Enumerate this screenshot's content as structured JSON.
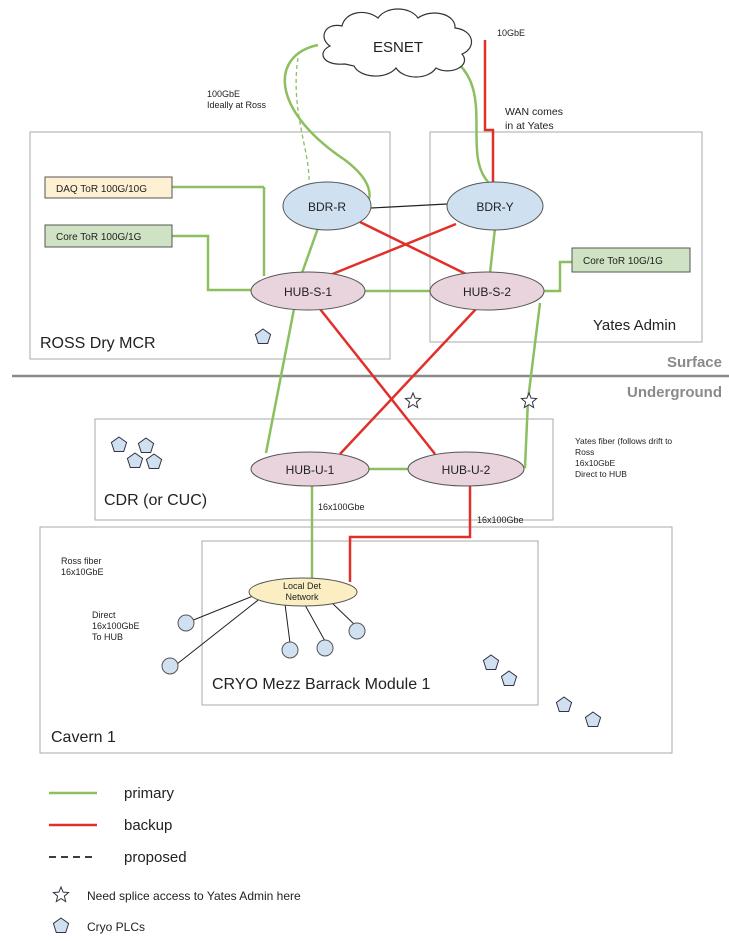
{
  "cloud": {
    "label": "ESNET"
  },
  "annotations": {
    "esnet_link_note_lines": [
      "100GbE",
      "Ideally at Ross"
    ],
    "wan_speed": "10GbE",
    "wan_note_lines": [
      "WAN comes",
      "in at Yates"
    ],
    "yates_fiber_lines": [
      "Yates fiber (follows drift to",
      "Ross",
      "16x10GbE",
      "Direct to HUB"
    ],
    "hub_u1_link": "16x100Gbe",
    "hub_u2_link": "16x100Gbe",
    "ross_fiber_lines": [
      "Ross fiber",
      "16x10GbE"
    ],
    "direct_lines": [
      "Direct",
      "16x100GbE",
      "To HUB"
    ]
  },
  "zones": {
    "ross": "ROSS Dry MCR",
    "yates": "Yates Admin",
    "cdr": "CDR (or CUC)",
    "cryo": "CRYO Mezz Barrack Module 1",
    "cavern": "Cavern 1"
  },
  "levels": {
    "surface": "Surface",
    "underground": "Underground"
  },
  "tor_boxes": {
    "daq": "DAQ ToR 100G/10G",
    "core_ross": "Core ToR 100G/1G",
    "core_yates": "Core ToR 10G/1G"
  },
  "nodes": {
    "bdr_r": "BDR-R",
    "bdr_y": "BDR-Y",
    "hub_s1": "HUB-S-1",
    "hub_s2": "HUB-S-2",
    "hub_u1": "HUB-U-1",
    "hub_u2": "HUB-U-2",
    "local_det_lines": [
      "Local Det",
      "Network"
    ]
  },
  "legend": {
    "primary": "primary",
    "backup": "backup",
    "proposed": "proposed",
    "splice": "Need splice access to Yates Admin here",
    "plcs": "Cryo PLCs"
  },
  "colors": {
    "primary": "#8cbf5f",
    "backup": "#e0302a",
    "router_fill": "#cfe0f1",
    "hub_fill": "#e9d3dd",
    "local_det_fill": "#fbeec3",
    "daq_fill": "#fdf0d3",
    "core_fill": "#cfe2c3"
  }
}
